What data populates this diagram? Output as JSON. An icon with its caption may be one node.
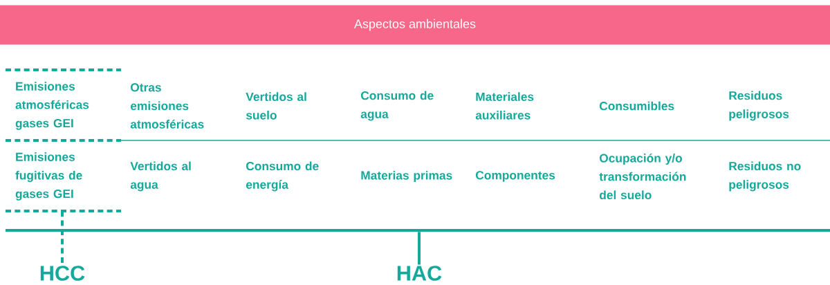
{
  "diagram": {
    "nodes": [
      {
        "text": [
          "Aspectos ambientales"
        ]
      },
      {
        "text": [],
        "shape": "box"
      },
      {
        "text": [
          "Emisiones atmosféricas gases GEI"
        ],
        "in": 1
      },
      {
        "text": [
          "Otras emisiones atmosféricas"
        ]
      },
      {
        "text": [
          "Vertidos al suelo"
        ]
      },
      {
        "text": [
          "Consumo de agua"
        ]
      },
      {
        "text": [
          "Materiales auxiliares"
        ]
      },
      {
        "text": [
          "Consumibles"
        ]
      },
      {
        "text": [
          "Residuos peligrosos"
        ]
      },
      {
        "text": [
          "Emisiones fugitivas de gases GEI"
        ],
        "in": 1
      },
      {
        "text": [
          "Vertidos al agua"
        ]
      },
      {
        "text": [
          "Consumo de energía"
        ]
      },
      {
        "text": [
          "Materias primas"
        ]
      },
      {
        "text": [
          "Componentes"
        ]
      },
      {
        "text": [
          "Ocupación y/o transformación del suelo"
        ]
      },
      {
        "text": [
          "Residuos no peligrosos"
        ]
      },
      {
        "text": [],
        "shape": "bar"
      },
      {
        "text": [
          "HCC"
        ]
      },
      {
        "text": [
          "HAC"
        ]
      }
    ],
    "edges": [
      {
        "from": 1,
        "to": 17,
        "arrow": "none",
        "style": "dashed"
      },
      {
        "from": 16,
        "to": 18,
        "arrow": "none"
      }
    ]
  }
}
